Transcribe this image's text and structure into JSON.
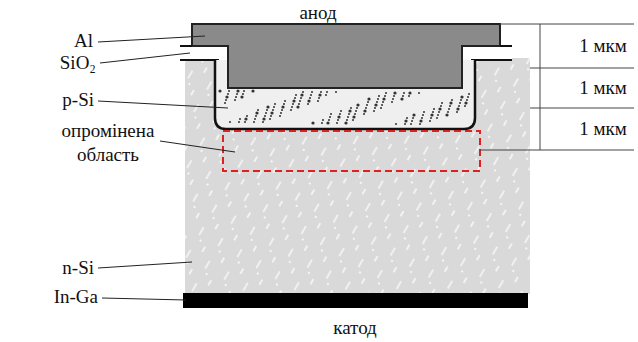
{
  "diagram": {
    "labels": [
      "анод",
      "Al",
      "SiO₂",
      "p-Si",
      "опромінена область",
      "n-Si",
      "In-Ga",
      "катод",
      "1 мкм",
      "1 мкм",
      "1 мкм"
    ]
  }
}
